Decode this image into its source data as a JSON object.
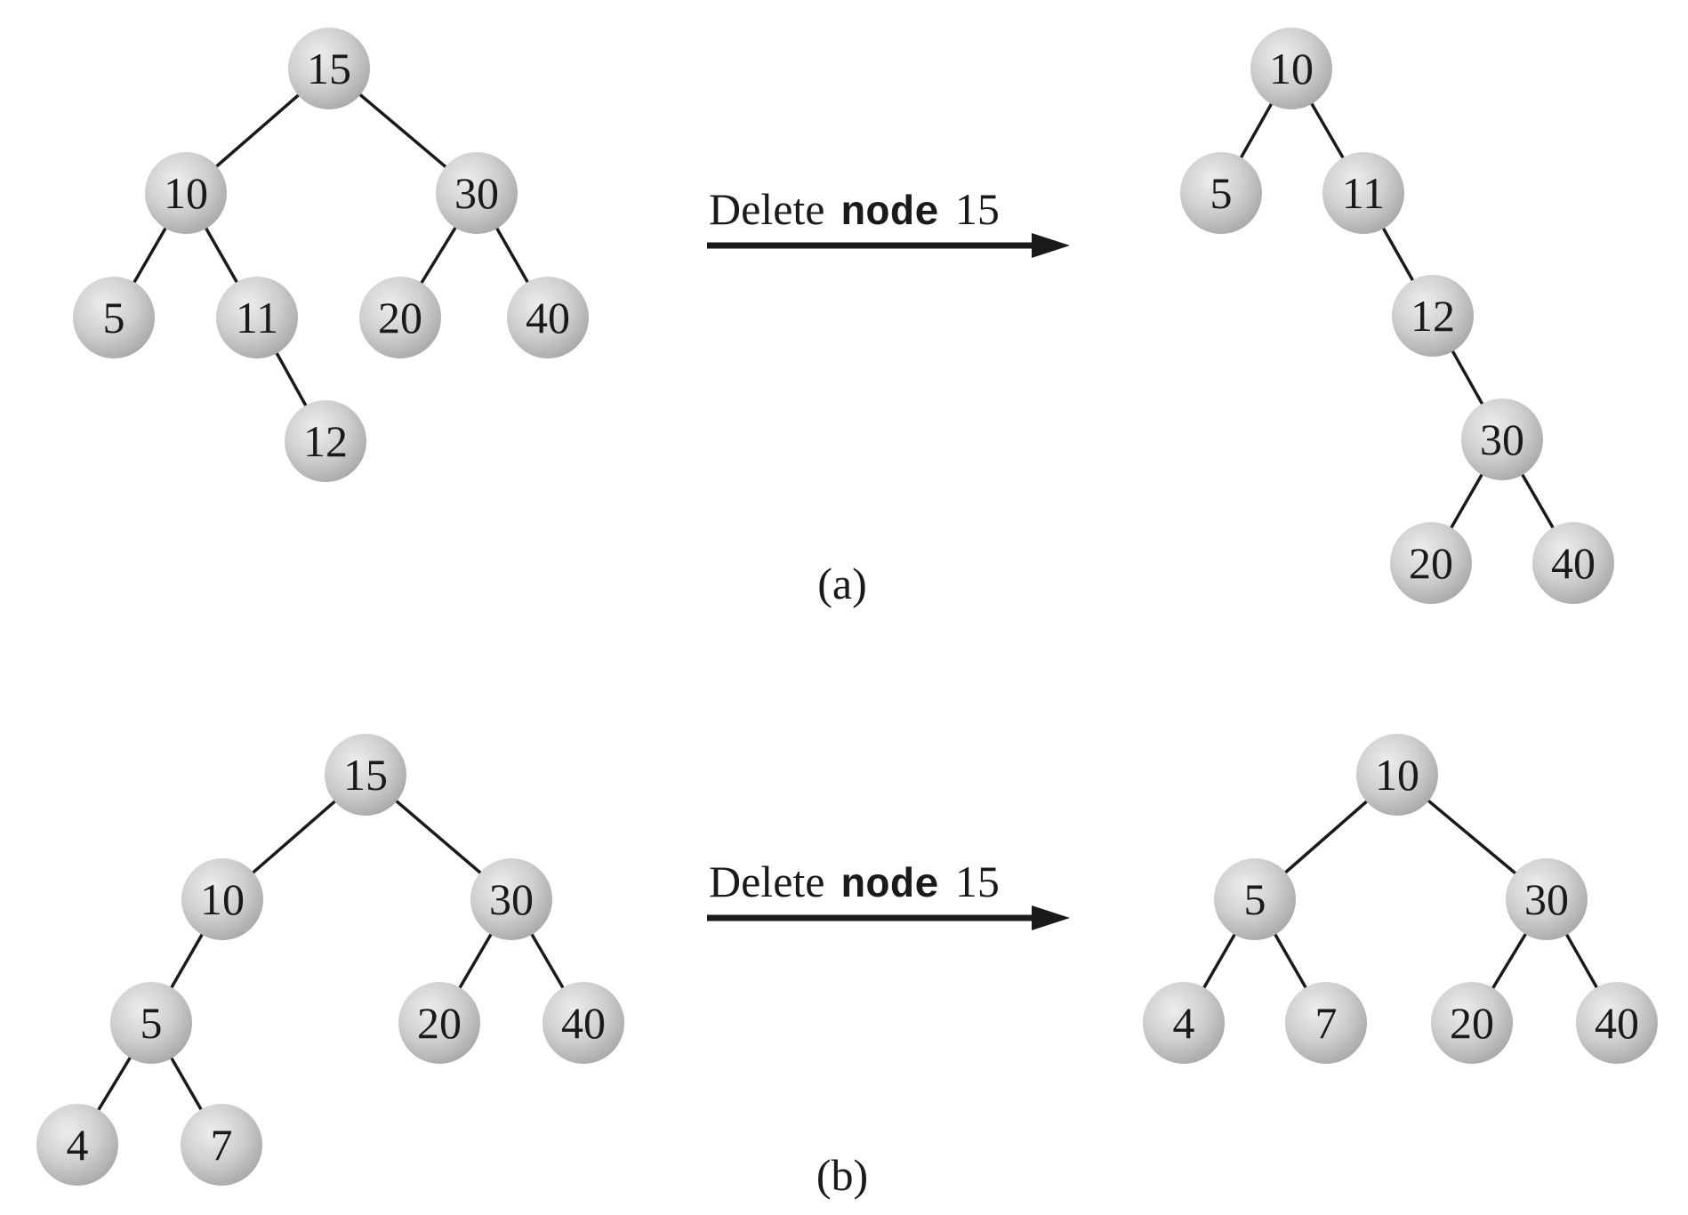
{
  "panels": [
    {
      "caption": "(a)",
      "arrow": {
        "prefix": "Delete",
        "keyword": "node",
        "suffix": "15"
      },
      "before": {
        "nodes": [
          {
            "id": "a1-15",
            "label": "15"
          },
          {
            "id": "a1-10",
            "label": "10"
          },
          {
            "id": "a1-30",
            "label": "30"
          },
          {
            "id": "a1-5",
            "label": "5"
          },
          {
            "id": "a1-11",
            "label": "11"
          },
          {
            "id": "a1-20",
            "label": "20"
          },
          {
            "id": "a1-40",
            "label": "40"
          },
          {
            "id": "a1-12",
            "label": "12"
          }
        ],
        "edges": [
          [
            "a1-15",
            "a1-10"
          ],
          [
            "a1-15",
            "a1-30"
          ],
          [
            "a1-10",
            "a1-5"
          ],
          [
            "a1-10",
            "a1-11"
          ],
          [
            "a1-30",
            "a1-20"
          ],
          [
            "a1-30",
            "a1-40"
          ],
          [
            "a1-11",
            "a1-12"
          ]
        ]
      },
      "after": {
        "nodes": [
          {
            "id": "a2-10",
            "label": "10"
          },
          {
            "id": "a2-5",
            "label": "5"
          },
          {
            "id": "a2-11",
            "label": "11"
          },
          {
            "id": "a2-12",
            "label": "12"
          },
          {
            "id": "a2-30",
            "label": "30"
          },
          {
            "id": "a2-20",
            "label": "20"
          },
          {
            "id": "a2-40",
            "label": "40"
          }
        ],
        "edges": [
          [
            "a2-10",
            "a2-5"
          ],
          [
            "a2-10",
            "a2-11"
          ],
          [
            "a2-11",
            "a2-12"
          ],
          [
            "a2-12",
            "a2-30"
          ],
          [
            "a2-30",
            "a2-20"
          ],
          [
            "a2-30",
            "a2-40"
          ]
        ]
      }
    },
    {
      "caption": "(b)",
      "arrow": {
        "prefix": "Delete",
        "keyword": "node",
        "suffix": "15"
      },
      "before": {
        "nodes": [
          {
            "id": "b1-15",
            "label": "15"
          },
          {
            "id": "b1-10",
            "label": "10"
          },
          {
            "id": "b1-30",
            "label": "30"
          },
          {
            "id": "b1-5",
            "label": "5"
          },
          {
            "id": "b1-20",
            "label": "20"
          },
          {
            "id": "b1-40",
            "label": "40"
          },
          {
            "id": "b1-4",
            "label": "4"
          },
          {
            "id": "b1-7",
            "label": "7"
          }
        ],
        "edges": [
          [
            "b1-15",
            "b1-10"
          ],
          [
            "b1-15",
            "b1-30"
          ],
          [
            "b1-10",
            "b1-5"
          ],
          [
            "b1-30",
            "b1-20"
          ],
          [
            "b1-30",
            "b1-40"
          ],
          [
            "b1-5",
            "b1-4"
          ],
          [
            "b1-5",
            "b1-7"
          ]
        ]
      },
      "after": {
        "nodes": [
          {
            "id": "b2-10",
            "label": "10"
          },
          {
            "id": "b2-5",
            "label": "5"
          },
          {
            "id": "b2-30",
            "label": "30"
          },
          {
            "id": "b2-4",
            "label": "4"
          },
          {
            "id": "b2-7",
            "label": "7"
          },
          {
            "id": "b2-20",
            "label": "20"
          },
          {
            "id": "b2-40",
            "label": "40"
          }
        ],
        "edges": [
          [
            "b2-10",
            "b2-5"
          ],
          [
            "b2-10",
            "b2-30"
          ],
          [
            "b2-5",
            "b2-4"
          ],
          [
            "b2-5",
            "b2-7"
          ],
          [
            "b2-30",
            "b2-20"
          ],
          [
            "b2-30",
            "b2-40"
          ]
        ]
      }
    }
  ]
}
